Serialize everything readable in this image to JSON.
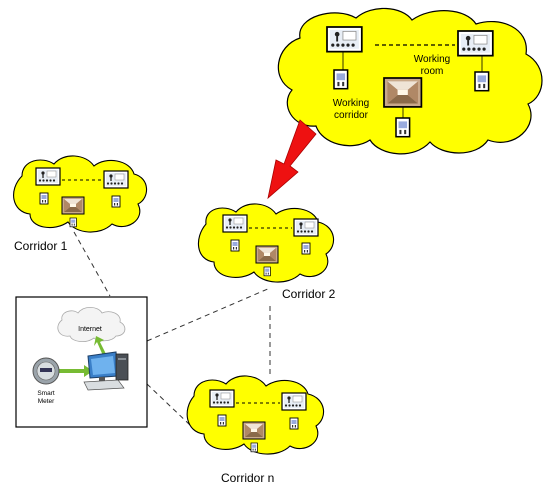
{
  "corridors": [
    {
      "id": "corridor-1",
      "label": "Corridor 1"
    },
    {
      "id": "corridor-2",
      "label": "Corridor 2"
    },
    {
      "id": "corridor-n",
      "label": "Corridor n"
    }
  ],
  "zoom_cloud": {
    "working_room_line1": "Working",
    "working_room_line2": "room",
    "working_corridor_line1": "Working",
    "working_corridor_line2": "corridor"
  },
  "hub": {
    "internet_label": "Internet",
    "smart_meter_line1": "Smart",
    "smart_meter_line2": "Meter"
  },
  "colors": {
    "cloud_fill": "#ffff00",
    "arrow": "#ee1111",
    "green_arrow": "#77bb33",
    "monitor_screen": "#4488cc"
  },
  "icons": [
    "classroom-display-icon",
    "smart-plug-icon",
    "corridor-photo-icon",
    "computer-icon",
    "smart-meter-icon",
    "internet-cloud-icon"
  ]
}
